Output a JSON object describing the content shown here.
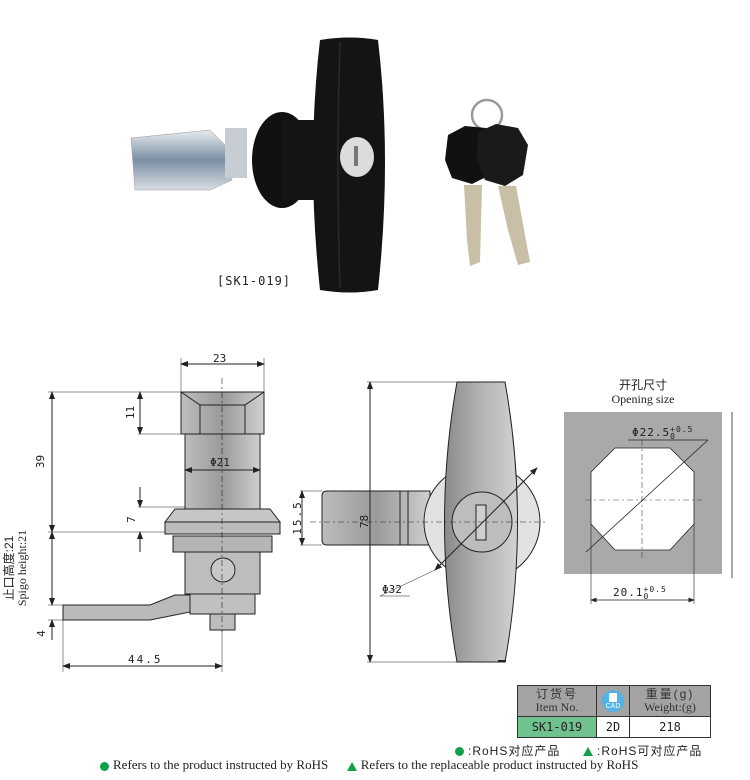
{
  "product": {
    "photo_label": "[SK1-019]",
    "item_no": "SK1-019"
  },
  "drawing_side": {
    "width_top": "23",
    "head_height": "11",
    "total_height": "39",
    "body_diameter": "Φ21",
    "flange_height": "7",
    "spigo_label_cn": "止口高度:21",
    "spigo_label_en": "Spigo height:21",
    "cam_thickness": "4",
    "cam_length": "44.5"
  },
  "drawing_front": {
    "cam_width": "15.5",
    "handle_length": "78",
    "bezel_diameter": "Φ32"
  },
  "opening": {
    "title_cn": "开孔尺寸",
    "title_en": "Opening size",
    "diameter": "Φ22.5",
    "diameter_tol_upper": "+0.5",
    "diameter_tol_lower": "0",
    "width": "20.1",
    "width_tol_upper": "+0.5",
    "width_tol_lower": "0"
  },
  "spec_table": {
    "headers": [
      {
        "cn": "订货号",
        "en": "Item No."
      },
      {
        "icon": "cad-icon",
        "text": "CAD"
      },
      {
        "cn": "重量(g)",
        "en": "Weight:(g)"
      }
    ],
    "row": [
      "SK1-019",
      "2D",
      "218"
    ],
    "colors": {
      "header_bg": "#a3a3a3",
      "item_bg": "#6fc28e",
      "cad_icon": "#4fb3e8"
    }
  },
  "notes": {
    "rohs_cn": ":RoHS对应产品",
    "rohs_replaceable_cn": ":RoHS可对应产品",
    "rohs_en": "Refers to the product instructed by RoHS",
    "rohs_replaceable_en": "Refers to the replaceable product instructed by RoHS",
    "marker_color": "#12a04a"
  }
}
